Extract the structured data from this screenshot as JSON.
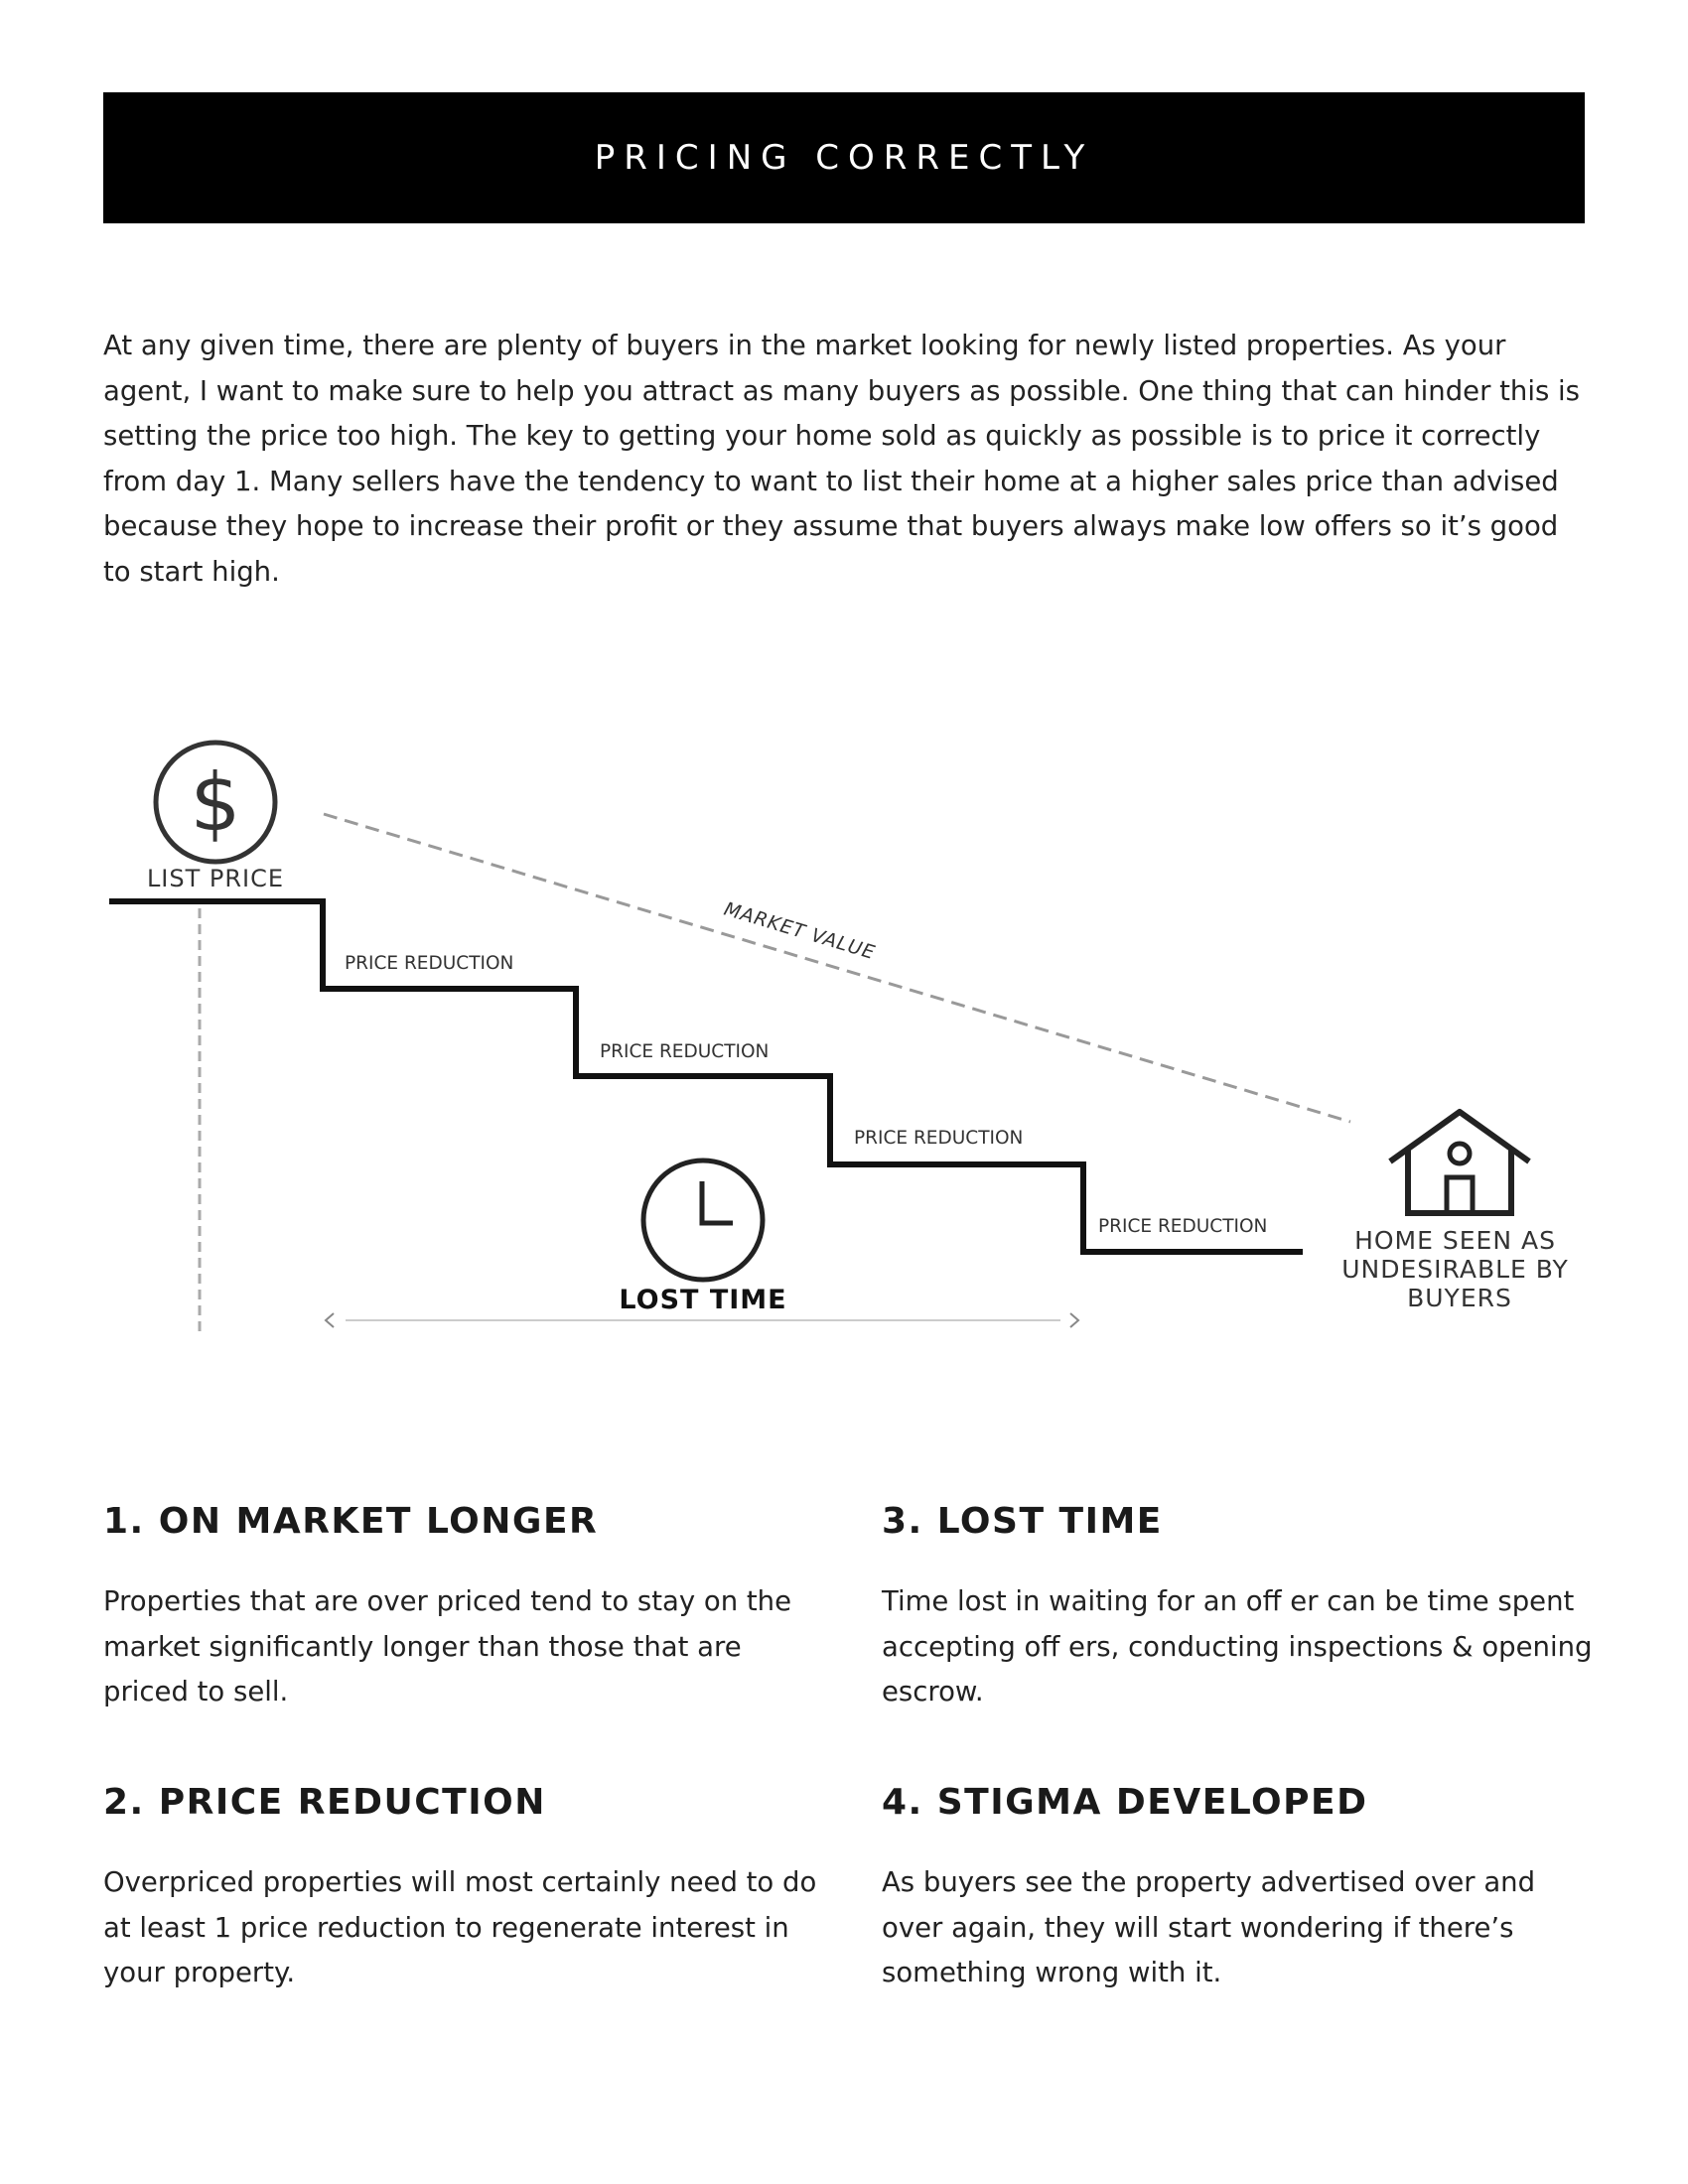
{
  "header": {
    "title": "PRICING CORRECTLY"
  },
  "intro": {
    "text": "At any given time, there are plenty of buyers in the market looking for newly listed properties. As your agent, I want to make sure to help you attract as many buyers as possible. One thing that can hinder this is setting the price too high. The key to getting your home sold as quickly as possible is to price it correctly from day 1. Many sellers have the tendency to want to list their home at a higher sales price than advised because they hope to increase their profit or they assume that buyers always make low offers so it’s good to start high."
  },
  "diagram": {
    "list_price_label": "LIST PRICE",
    "market_value_label": "MARKET VALUE",
    "reduction_labels": [
      "PRICE REDUCTION",
      "PRICE REDUCTION",
      "PRICE REDUCTION",
      "PRICE REDUCTION"
    ],
    "lost_time_label": "LOST TIME",
    "home_label_lines": [
      "HOME SEEN AS",
      "UNDESIRABLE BY",
      "BUYERS"
    ],
    "icons": [
      "dollar-icon",
      "clock-icon",
      "house-icon"
    ]
  },
  "sections": [
    {
      "title": "1. ON MARKET LONGER",
      "text": "Properties that are over priced tend to stay on the market significantly longer than those that are priced to sell."
    },
    {
      "title": "2. PRICE REDUCTION",
      "text": "Overpriced properties will most certainly need to do at least 1 price reduction to regenerate interest in your property."
    },
    {
      "title": "3. LOST TIME",
      "text": "Time lost in waiting for an off er can be time spent accepting off ers, conducting inspections & opening escrow."
    },
    {
      "title": "4. STIGMA DEVELOPED",
      "text": "As buyers see the property advertised over and over again, they will start wondering if there’s something wrong with it."
    }
  ]
}
